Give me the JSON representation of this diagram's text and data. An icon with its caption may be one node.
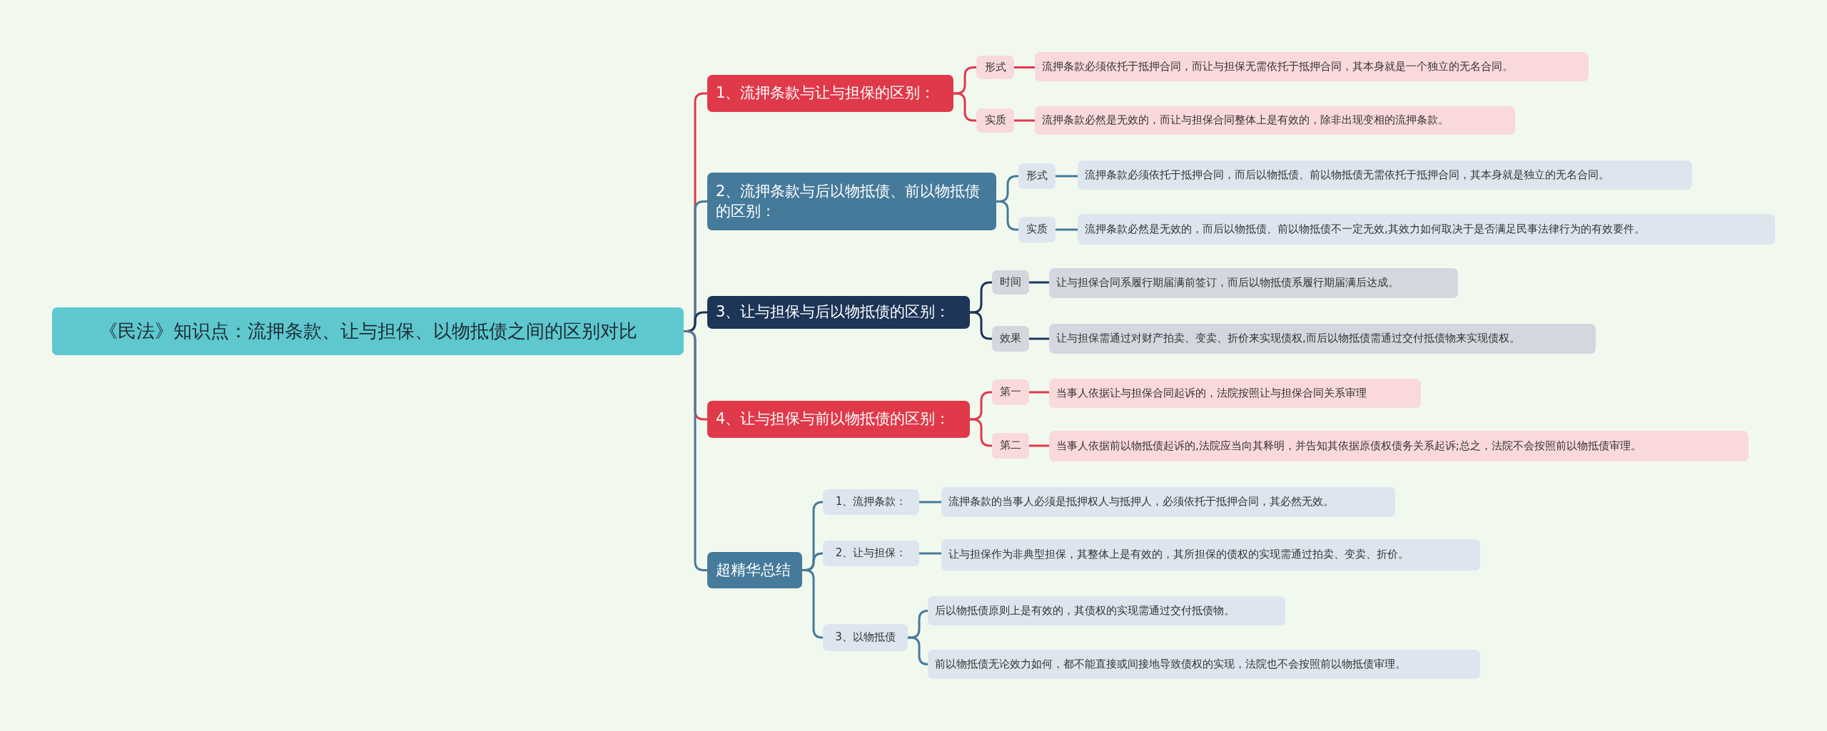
{
  "diagram": {
    "nodes": [
      {
        "text": [
          "《民法》知识点：流押条款、让与担保、以物抵债之间的区别对比"
        ]
      },
      {
        "text": [
          "1、流押条款与让与担保的区别："
        ]
      },
      {
        "text": [
          "形式"
        ]
      },
      {
        "text": [
          "流押条款必须依托于抵押合同，而让与担保无需依托于抵押合同，其本身就是一个独立的无名合同。"
        ]
      },
      {
        "text": [
          "实质"
        ]
      },
      {
        "text": [
          "流押条款必然是无效的，而让与担保合同整体上是有效的，除非出现变相的流押条款。"
        ]
      },
      {
        "text": [
          "2、流押条款与后以物抵债、前以物抵债的区别："
        ]
      },
      {
        "text": [
          "形式"
        ]
      },
      {
        "text": [
          "流押条款必须依托于抵押合同，而后以物抵债、前以物抵债无需依托于抵押合同，其本身就是独立的无名合同。"
        ]
      },
      {
        "text": [
          "实质"
        ]
      },
      {
        "text": [
          "流押条款必然是无效的，而后以物抵债、前以物抵债不一定无效,其效力如何取决于是否满足民事法律行为的有效要件。"
        ]
      },
      {
        "text": [
          "3、让与担保与后以物抵债的区别："
        ]
      },
      {
        "text": [
          "时间"
        ]
      },
      {
        "text": [
          "让与担保合同系履行期届满前签订，而后以物抵债系履行期届满后达成。"
        ]
      },
      {
        "text": [
          "效果"
        ]
      },
      {
        "text": [
          "让与担保需通过对财产拍卖、变卖、折价来实现债权,而后以物抵债需通过交付抵债物来实现债权。"
        ]
      },
      {
        "text": [
          "4、让与担保与前以物抵债的区别："
        ]
      },
      {
        "text": [
          "第一"
        ]
      },
      {
        "text": [
          "当事人依据让与担保合同起诉的，法院按照让与担保合同关系审理"
        ]
      },
      {
        "text": [
          "第二"
        ]
      },
      {
        "text": [
          "当事人依据前以物抵债起诉的,法院应当向其释明，并告知其依据原债权债务关系起诉;总之，法院不会按照前以物抵债审理。"
        ]
      },
      {
        "text": [
          "超精华总结"
        ]
      },
      {
        "text": [
          "1、流押条款："
        ]
      },
      {
        "text": [
          "流押条款的当事人必须是抵押权人与抵押人，必须依托于抵押合同，其必然无效。"
        ]
      },
      {
        "text": [
          "2、让与担保："
        ]
      },
      {
        "text": [
          "让与担保作为非典型担保，其整体上是有效的，其所担保的债权的实现需通过拍卖、变卖、折价。"
        ]
      },
      {
        "text": [
          "3、以物抵债"
        ]
      },
      {
        "text": [
          "后以物抵债原则上是有效的，其债权的实现需通过交付抵债物。"
        ]
      },
      {
        "text": [
          "前以物抵债无论效力如何，都不能直接或间接地导致债权的实现，法院也不会按照前以物抵债审理。"
        ]
      }
    ],
    "edges": [
      {
        "from": 0,
        "to": 1,
        "arrow": "none",
        "color": "#e0394a"
      },
      {
        "from": 1,
        "to": 2,
        "arrow": "none",
        "color": "#e0394a"
      },
      {
        "from": 2,
        "to": 3,
        "arrow": "none",
        "color": "#e0394a"
      },
      {
        "from": 1,
        "to": 4,
        "arrow": "none",
        "color": "#e0394a"
      },
      {
        "from": 4,
        "to": 5,
        "arrow": "none",
        "color": "#e0394a"
      },
      {
        "from": 0,
        "to": 6,
        "arrow": "none"
      },
      {
        "from": 6,
        "to": 7,
        "arrow": "none"
      },
      {
        "from": 7,
        "to": 8,
        "arrow": "none"
      },
      {
        "from": 6,
        "to": 9,
        "arrow": "none"
      },
      {
        "from": 9,
        "to": 10,
        "arrow": "none"
      },
      {
        "from": 0,
        "to": 11,
        "arrow": "none",
        "color": "#1d3557"
      },
      {
        "from": 11,
        "to": 12,
        "arrow": "none",
        "color": "#1d3557"
      },
      {
        "from": 12,
        "to": 13,
        "arrow": "none",
        "color": "#1d3557"
      },
      {
        "from": 11,
        "to": 14,
        "arrow": "none",
        "color": "#1d3557"
      },
      {
        "from": 14,
        "to": 15,
        "arrow": "none",
        "color": "#1d3557"
      },
      {
        "from": 0,
        "to": 16,
        "arrow": "none",
        "color": "#e0394a"
      },
      {
        "from": 16,
        "to": 17,
        "arrow": "none",
        "color": "#e0394a"
      },
      {
        "from": 17,
        "to": 18,
        "arrow": "none",
        "color": "#e0394a"
      },
      {
        "from": 16,
        "to": 19,
        "arrow": "none",
        "color": "#e0394a"
      },
      {
        "from": 19,
        "to": 20,
        "arrow": "none",
        "color": "#e0394a"
      },
      {
        "from": 0,
        "to": 21,
        "arrow": "none"
      },
      {
        "from": 21,
        "to": 22,
        "arrow": "none"
      },
      {
        "from": 22,
        "to": 23,
        "arrow": "none"
      },
      {
        "from": 21,
        "to": 24,
        "arrow": "none"
      },
      {
        "from": 24,
        "to": 25,
        "arrow": "none"
      },
      {
        "from": 21,
        "to": 26,
        "arrow": "none"
      },
      {
        "from": 26,
        "to": 27,
        "arrow": "none"
      },
      {
        "from": 26,
        "to": 28,
        "arrow": "none"
      }
    ]
  }
}
